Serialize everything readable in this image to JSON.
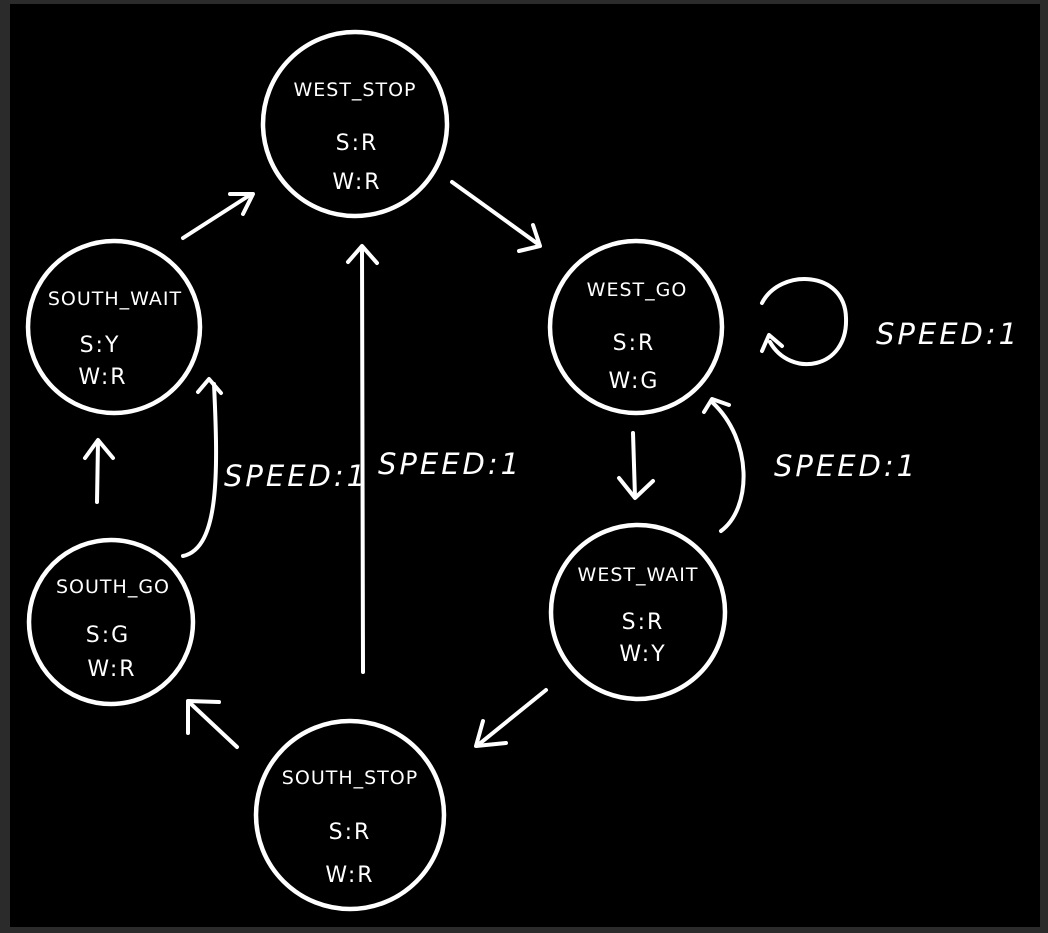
{
  "states": [
    {
      "id": "west-stop",
      "name": "WEST_STOP",
      "south": "S:R",
      "west": "W:R"
    },
    {
      "id": "west-go",
      "name": "WEST_GO",
      "south": "S:R",
      "west": "W:G"
    },
    {
      "id": "west-wait",
      "name": "WEST_WAIT",
      "south": "S:R",
      "west": "W:Y"
    },
    {
      "id": "south-stop",
      "name": "SOUTH_STOP",
      "south": "S:R",
      "west": "W:R"
    },
    {
      "id": "south-go",
      "name": "SOUTH_GO",
      "south": "S:G",
      "west": "W:R"
    },
    {
      "id": "south-wait",
      "name": "SOUTH_WAIT",
      "south": "S:Y",
      "west": "W:R"
    }
  ],
  "edge_labels": {
    "west_go_self": "SPEED:1",
    "west_wait_to_west_go": "SPEED:1",
    "south_stop_to_west_stop": "SPEED:1",
    "south_go_to_south_wait": "SPEED:1"
  }
}
